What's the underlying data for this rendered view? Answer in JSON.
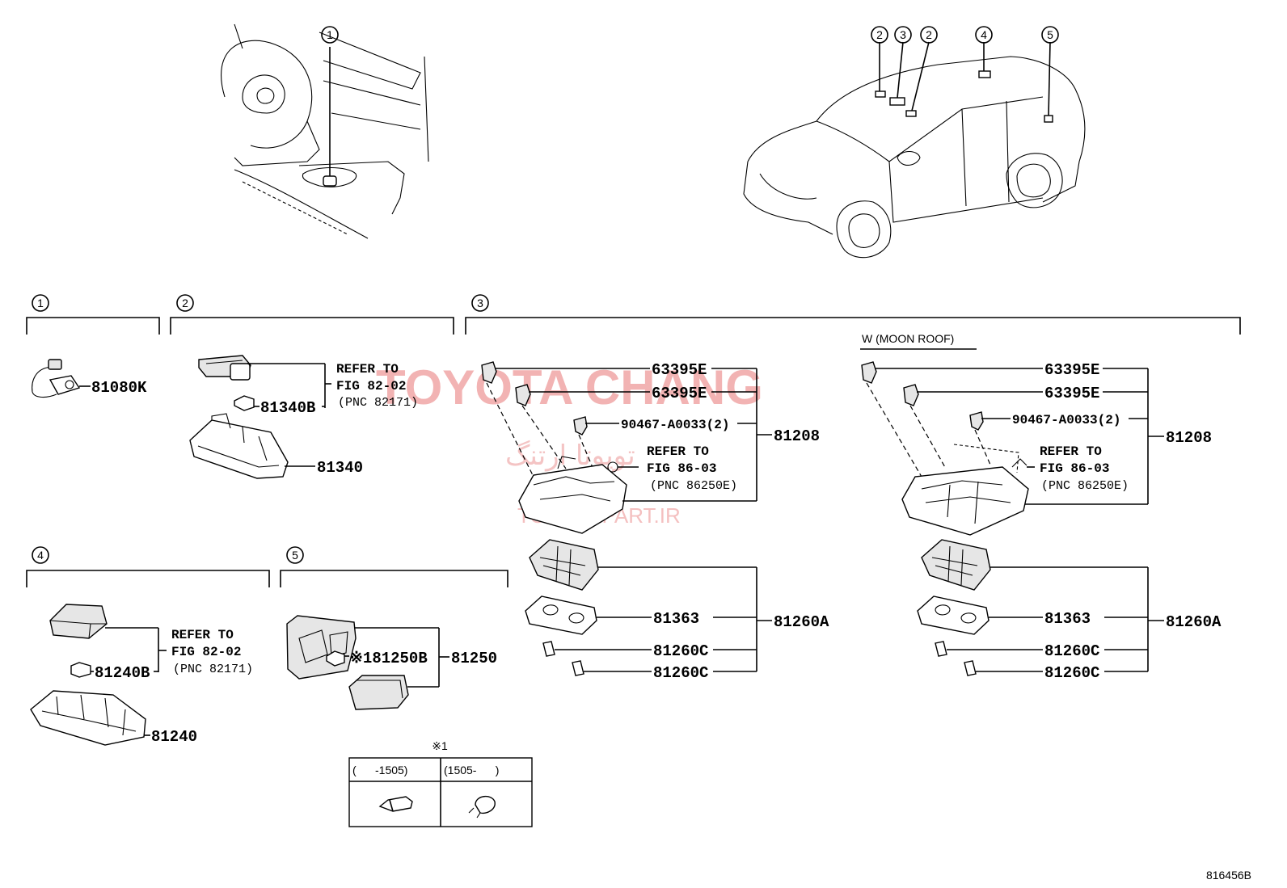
{
  "callouts": {
    "top_dash": "1",
    "top_car": [
      "2",
      "3",
      "2",
      "4",
      "5"
    ],
    "sections": [
      "1",
      "2",
      "3",
      "4",
      "5"
    ]
  },
  "moon_roof_label": "W (MOON ROOF)",
  "part_numbers": {
    "s1": "81080K",
    "s2_bulb": "81340B",
    "s2_lamp": "81340",
    "s3_clip_a": "63395E",
    "s3_clip_b": "63395E",
    "s3_bolt": "90467-A0033(2)",
    "s3_assy": "81208",
    "s3_lens": "81363",
    "s3_bulb_a": "81260C",
    "s3_bulb_b": "81260C",
    "s3_lamp_assy": "81260A",
    "s3w_clip_a": "63395E",
    "s3w_clip_b": "63395E",
    "s3w_bolt": "90467-A0033(2)",
    "s3w_assy": "81208",
    "s3w_lens": "81363",
    "s3w_bulb_a": "81260C",
    "s3w_bulb_b": "81260C",
    "s3w_lamp_assy": "81260A",
    "s4_bulb": "81240B",
    "s4_lamp": "81240",
    "s5_bulb": "※181250B",
    "s5_lamp": "81250"
  },
  "refer_notes": {
    "s2": [
      "REFER TO",
      "FIG 82-02",
      "(PNC 82171)"
    ],
    "s3": [
      "REFER TO",
      "FIG 86-03",
      "(PNC 86250E)"
    ],
    "s3w": [
      "REFER TO",
      "FIG 86-03",
      "(PNC 86250E)"
    ],
    "s4": [
      "REFER TO",
      "FIG 82-02",
      "(PNC 82171)"
    ]
  },
  "note_table": {
    "mark": "※1",
    "col1": "(      -1505)",
    "col2": "(1505-      )"
  },
  "watermark": {
    "brand": "TOYOTA CHANG",
    "persian": "تویوتا ارتنگ",
    "url": "TOYOTAPART.IR"
  },
  "illustration_id": "816456B"
}
